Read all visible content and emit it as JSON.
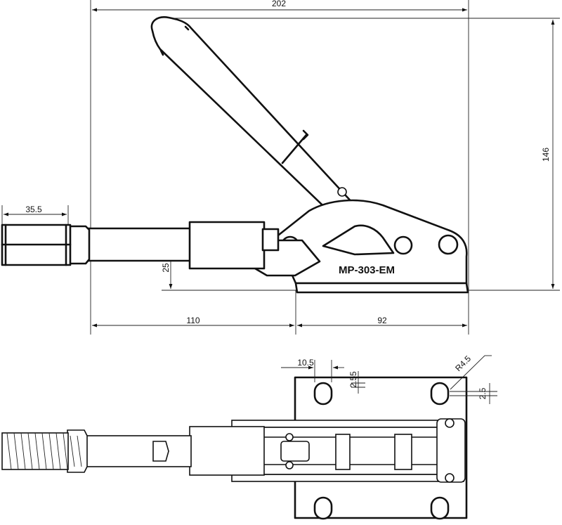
{
  "part_label": "MP-303-EM",
  "dimensions": {
    "overall_width": "202",
    "overall_height": "146",
    "spindle_nut_length": "35.5",
    "spindle_height": "25",
    "stroke_extension": "110",
    "base_length": "92",
    "slot_spacing": "10.5",
    "slot_offset": "2.55",
    "slot_radius": "R4.5",
    "slot_width": "2.5"
  }
}
